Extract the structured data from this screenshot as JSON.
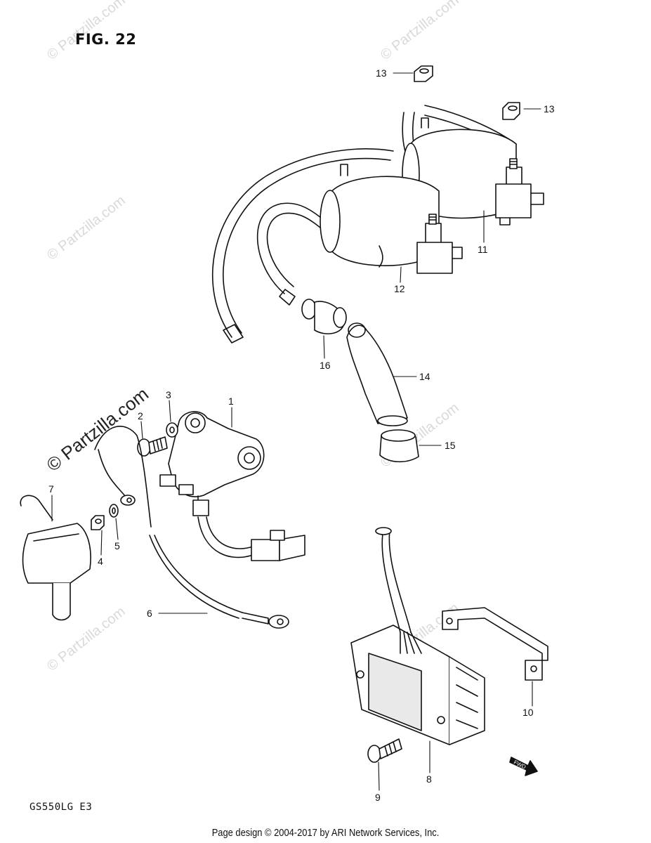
{
  "figure": {
    "title": "FIG. 22",
    "model_code": "GS550LG E3",
    "footer": "Page design © 2004-2017 by ARI Network Services, Inc.",
    "watermark": "© Partzilla.com",
    "fwd_label": "FWD"
  },
  "callouts": [
    {
      "id": "c1",
      "num": "1"
    },
    {
      "id": "c2",
      "num": "2"
    },
    {
      "id": "c3",
      "num": "3"
    },
    {
      "id": "c4",
      "num": "4"
    },
    {
      "id": "c5",
      "num": "5"
    },
    {
      "id": "c6",
      "num": "6"
    },
    {
      "id": "c7",
      "num": "7"
    },
    {
      "id": "c8",
      "num": "8"
    },
    {
      "id": "c9",
      "num": "9"
    },
    {
      "id": "c10",
      "num": "10"
    },
    {
      "id": "c11",
      "num": "11"
    },
    {
      "id": "c12",
      "num": "12"
    },
    {
      "id": "c13a",
      "num": "13"
    },
    {
      "id": "c13b",
      "num": "13"
    },
    {
      "id": "c14",
      "num": "14"
    },
    {
      "id": "c15",
      "num": "15"
    },
    {
      "id": "c16",
      "num": "16"
    }
  ]
}
